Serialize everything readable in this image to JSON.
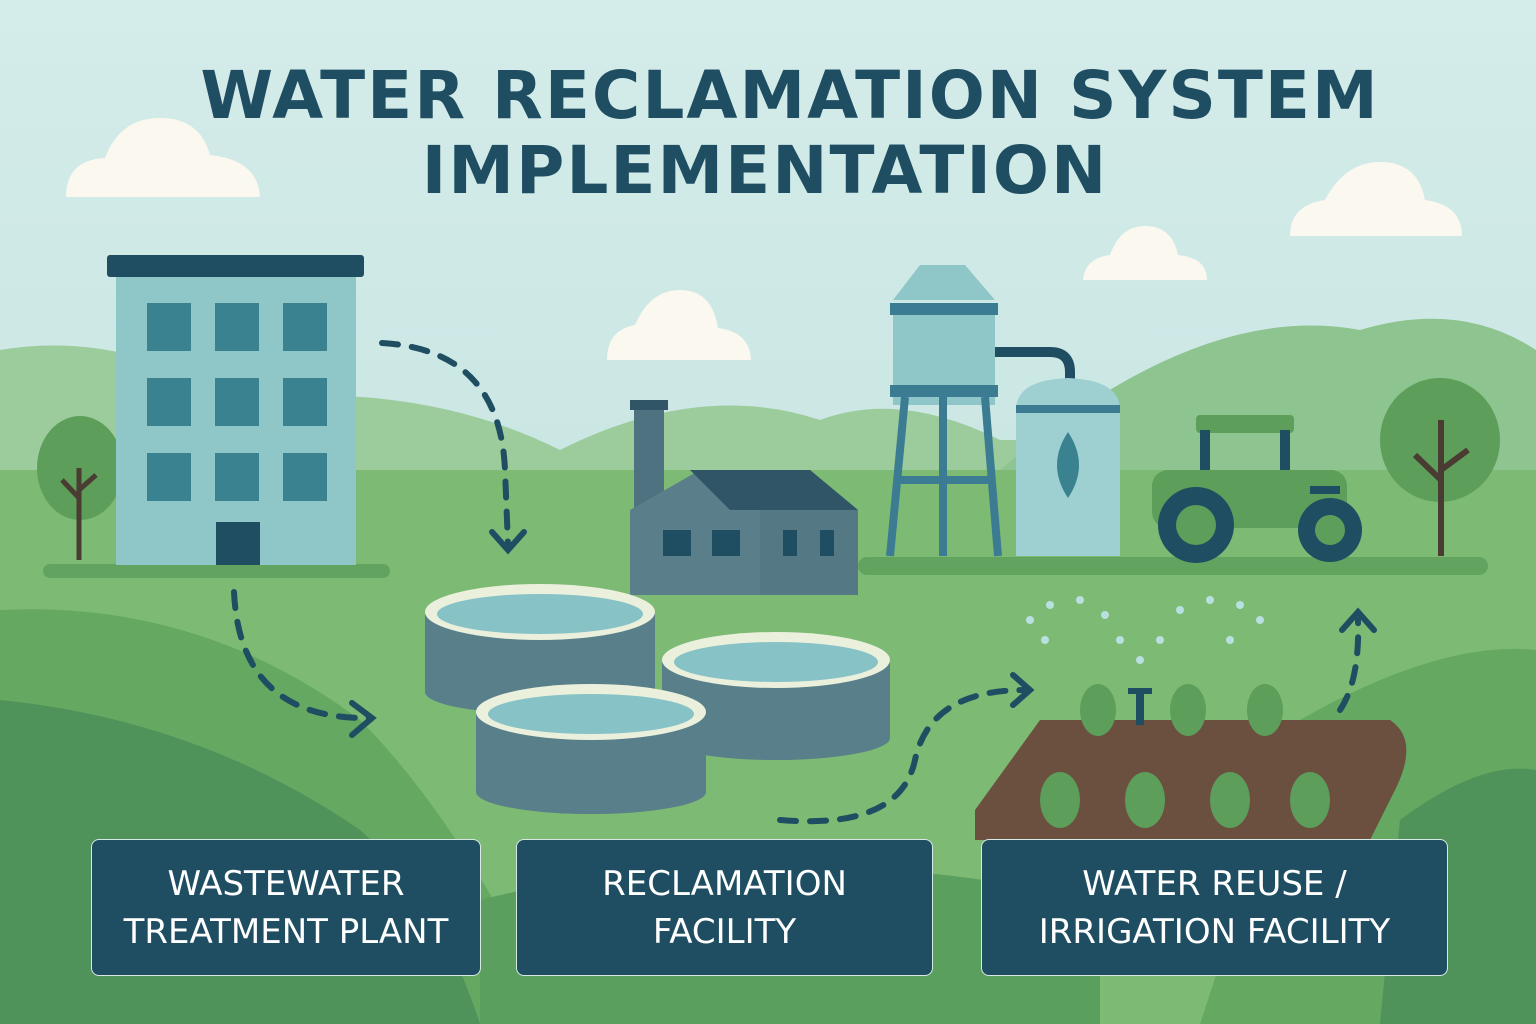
{
  "title": {
    "line1": "WATER RECLAMATION SYSTEM",
    "line2": "IMPLEMENTATION"
  },
  "labels": [
    {
      "line1": "WASTEWATER",
      "line2": "TREATMENT PLANT"
    },
    {
      "line1": "RECLAMATION",
      "line2": "FACILITY"
    },
    {
      "line1": "WATER REUSE /",
      "line2": "IRRIGATION FACILITY"
    }
  ],
  "colors": {
    "navy": "#1f4e62",
    "sky": "#cfe7e6",
    "grass": "#78b673",
    "water": "#8fc6c9"
  }
}
